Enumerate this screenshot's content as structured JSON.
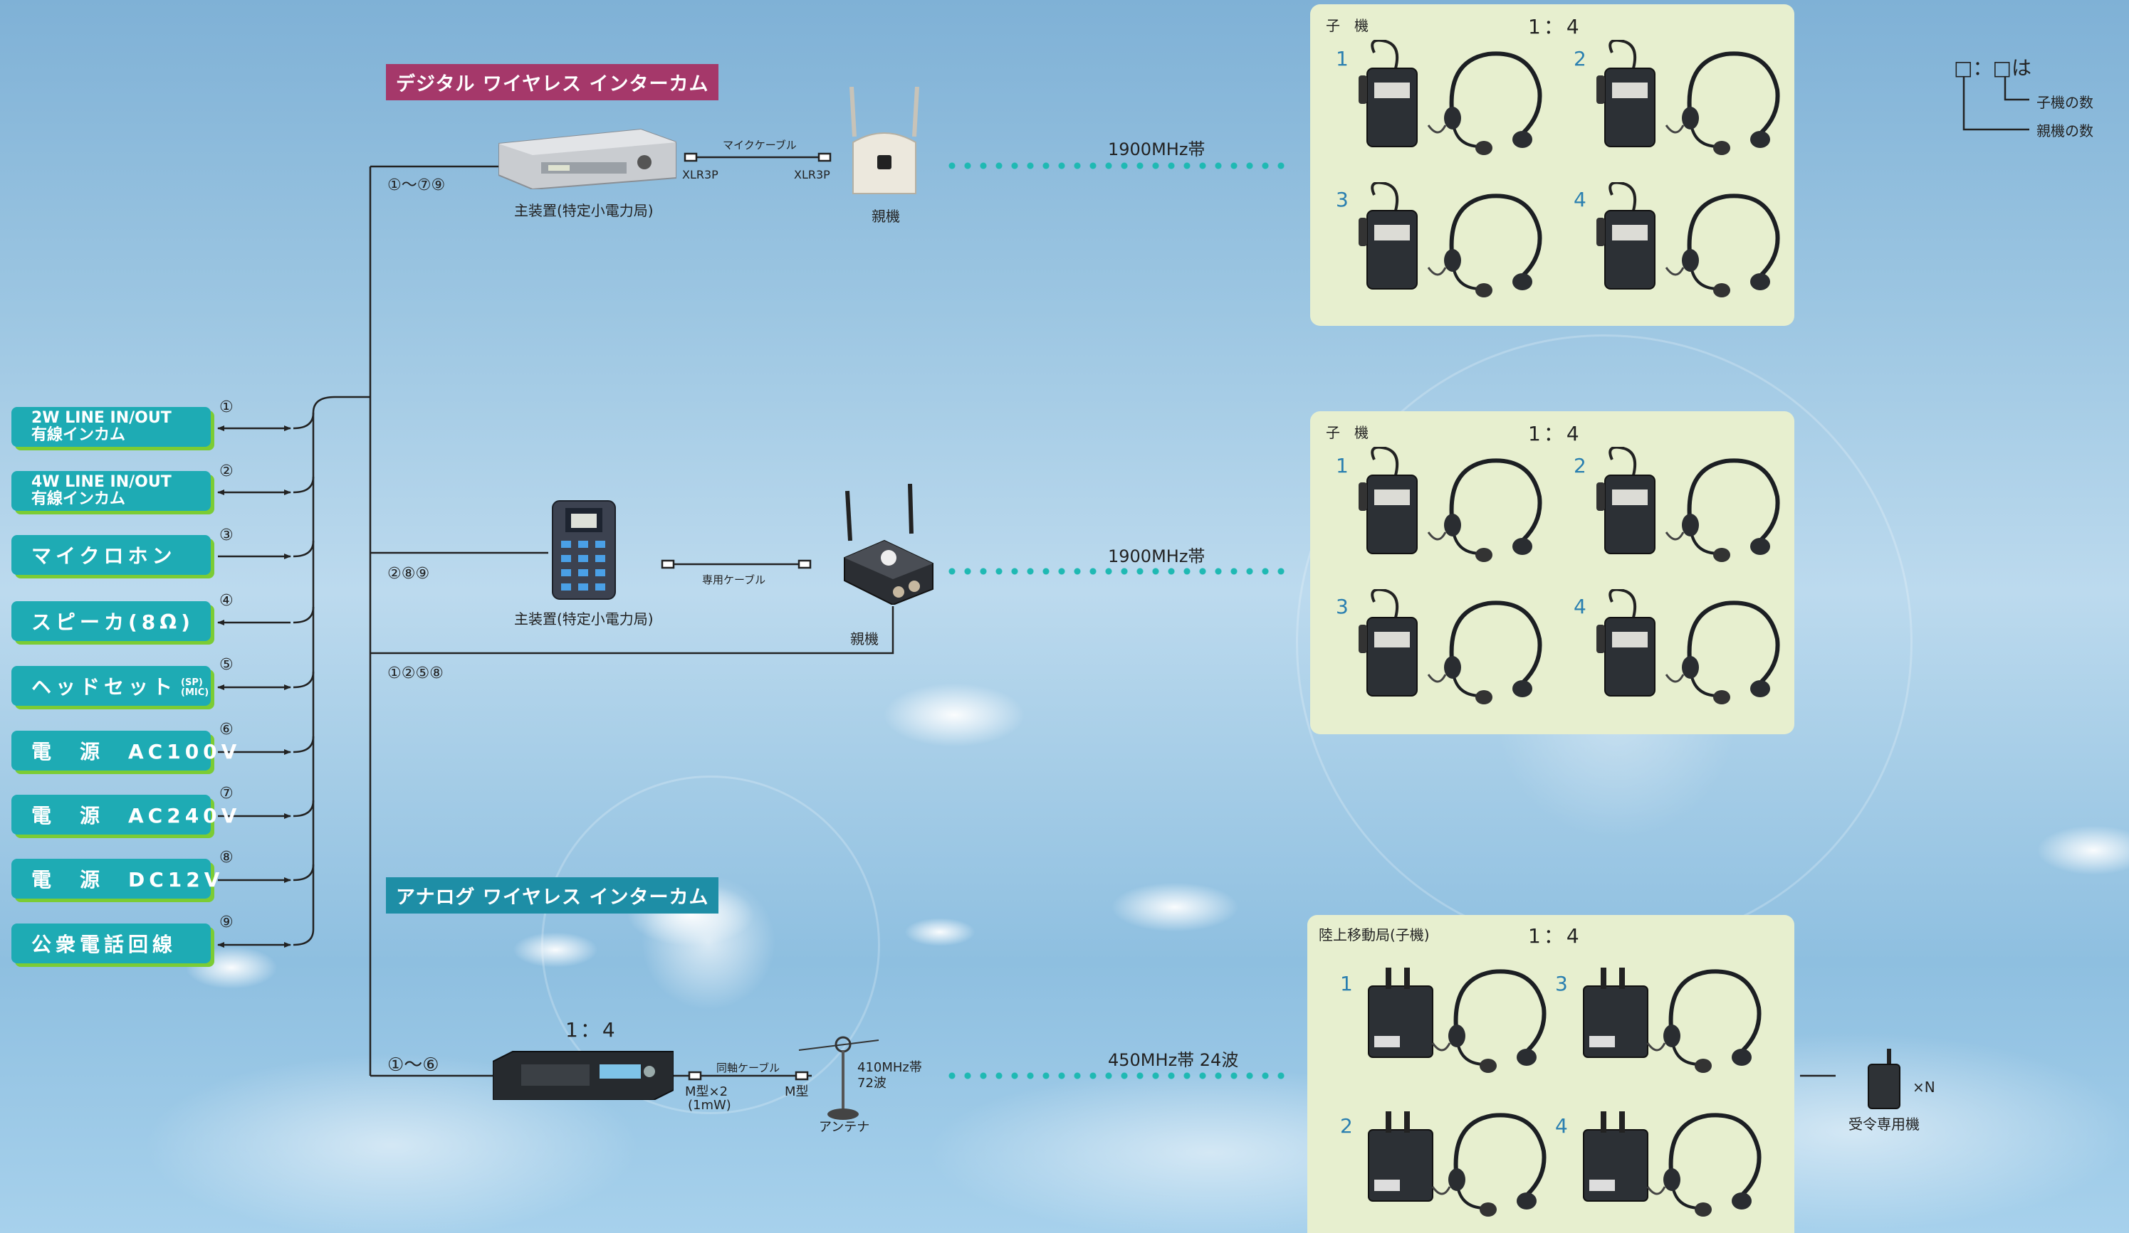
{
  "left_inputs": [
    {
      "num": "①",
      "line1": "2W LINE IN/OUT",
      "line2": "有線インカム"
    },
    {
      "num": "②",
      "line1": "4W LINE IN/OUT",
      "line2": "有線インカム"
    },
    {
      "num": "③",
      "label": "マイクロホン"
    },
    {
      "num": "④",
      "label": "スピーカ(8Ω)"
    },
    {
      "num": "⑤",
      "label": "ヘッドセット",
      "sp": "(SP)",
      "mic": "(MIC)"
    },
    {
      "num": "⑥",
      "label": "電　源　AC100V"
    },
    {
      "num": "⑦",
      "label": "電　源　AC240V"
    },
    {
      "num": "⑧",
      "label": "電　源　DC12V"
    },
    {
      "num": "⑨",
      "label": "公衆電話回線"
    }
  ],
  "branch_labels": {
    "digital": "①〜⑦⑨",
    "digital2": "②⑧⑨",
    "digital2_parent": "①②⑤⑧",
    "analog": "①〜⑥"
  },
  "headers": {
    "digital": "デジタル ワイヤレス インターカム",
    "analog": "アナログ ワイヤレス インターカム",
    "digital_color": "#a5386a",
    "analog_color": "#1e8ea6"
  },
  "system1": {
    "main_unit": "主装置(特定小電力局)",
    "cable": "マイクケーブル",
    "conn_left": "XLR3P",
    "conn_right": "XLR3P",
    "base_unit": "親機",
    "band": "1900MHz帯"
  },
  "system2": {
    "main_unit": "主装置(特定小電力局)",
    "cable": "専用ケーブル",
    "base_unit": "親機",
    "band": "1900MHz帯"
  },
  "system3": {
    "ratio": "1：4",
    "cable": "同軸ケーブル",
    "conn_left": "M型×2",
    "conn_left_note": "(1mW)",
    "conn_right": "M型",
    "antenna_band": "410MHz帯",
    "antenna_waves": "72波",
    "antenna": "アンテナ",
    "band": "450MHz帯 24波"
  },
  "panels": [
    {
      "title": "子　機",
      "ratio": "1：4",
      "units": [
        "1",
        "2",
        "3",
        "4"
      ]
    },
    {
      "title": "子　機",
      "ratio": "1：4",
      "units": [
        "1",
        "2",
        "3",
        "4"
      ]
    },
    {
      "title": "陸上移動局(子機)",
      "ratio": "1：4",
      "units": [
        "1",
        "3",
        "2",
        "4"
      ]
    }
  ],
  "receiver": {
    "label": "受令専用機",
    "count": "×N"
  },
  "legend": {
    "box_a": "□",
    "colon": "：",
    "box_b": "□",
    "suffix": "は",
    "child_count": "子機の数",
    "parent_count": "親機の数"
  },
  "colors": {
    "button": "#1eabb4",
    "button_shadow": "#7bcc34",
    "wireless_dots": "#1fb9b3",
    "panel": "#e7efcf"
  }
}
